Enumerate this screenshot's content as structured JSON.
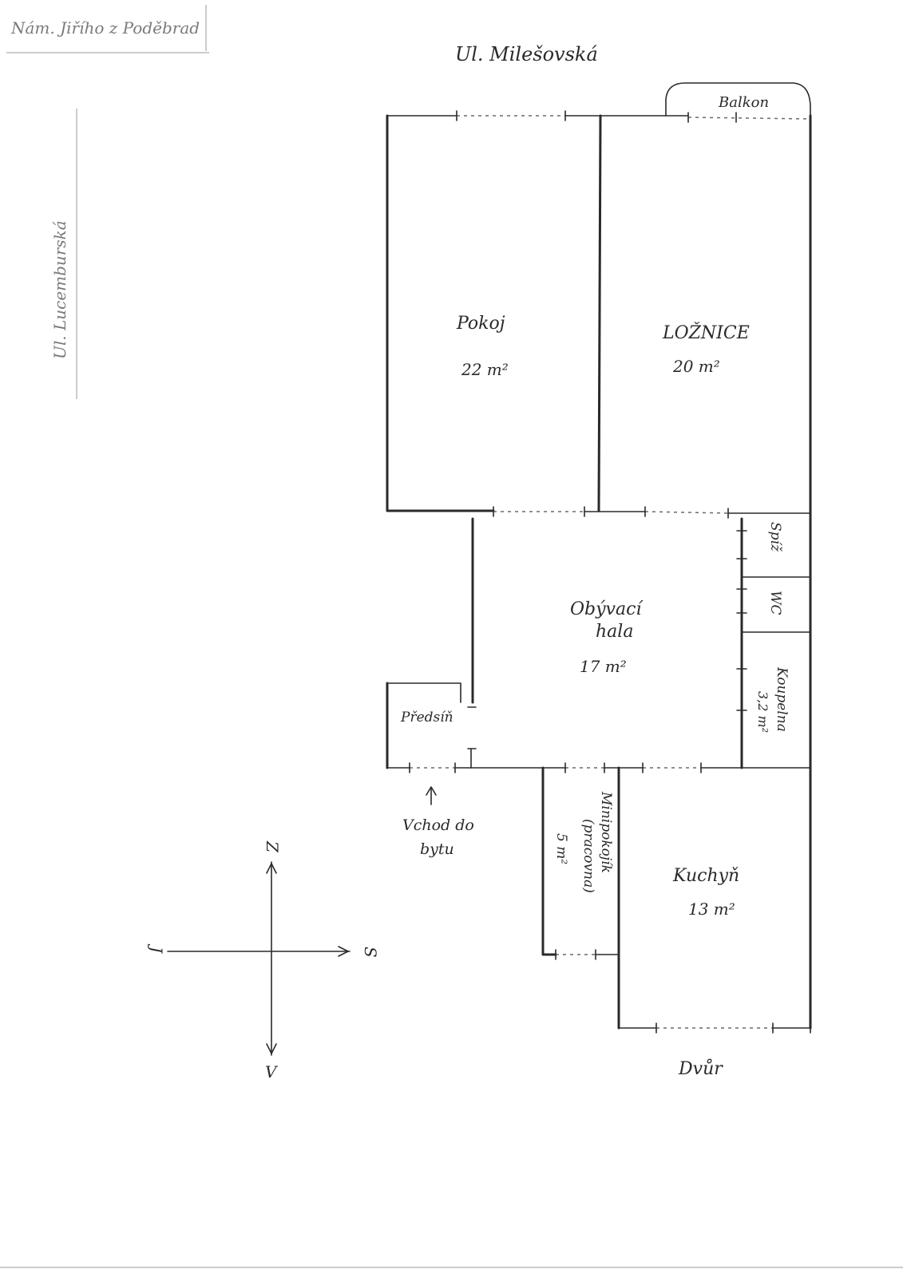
{
  "streets": {
    "square": "Nám. Jiřího z Poděbrad",
    "north": "Ul. Milešovská",
    "west": "Ul. Lucemburská",
    "courtyard": "Dvůr"
  },
  "rooms": {
    "balcony": {
      "name": "Balkon"
    },
    "pokoj": {
      "name": "Pokoj",
      "area": "22 m²"
    },
    "loznice": {
      "name": "LOŽNICE",
      "area": "20 m²"
    },
    "spiz": {
      "name": "Spíž"
    },
    "wc": {
      "name": "WC"
    },
    "obyvaci": {
      "name_line1": "Obývací",
      "name_line2": "hala",
      "area": "17 m²"
    },
    "koupelna": {
      "name": "Koupelna",
      "area": "3,2 m²"
    },
    "predsin": {
      "name": "Předsíň"
    },
    "minipokojik": {
      "name_line1": "Minipokojík",
      "name_line2": "(pracovna)",
      "area": "5 m²"
    },
    "kuchyn": {
      "name": "Kuchyň",
      "area": "13 m²"
    }
  },
  "entrance": {
    "line1": "Vchod do",
    "line2": "bytu"
  },
  "compass": {
    "north": "Z",
    "south": "V",
    "west": "J",
    "east": "S"
  },
  "colors": {
    "ink": "#2a2a2a",
    "paper": "#ffffff"
  }
}
